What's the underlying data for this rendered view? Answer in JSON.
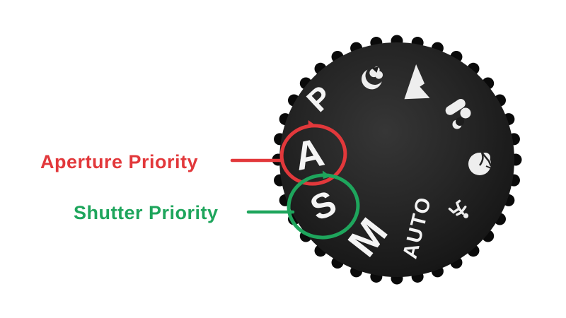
{
  "figure": {
    "title": "camera mode dial diagram",
    "background_color": "#ffffff"
  },
  "annotations": {
    "aperture_priority": {
      "label": "Aperture Priority",
      "color": "#e2383b",
      "points_to_mode": "A"
    },
    "shutter_priority": {
      "label": "Shutter Priority",
      "color": "#1ea55c",
      "points_to_mode": "S"
    }
  },
  "dial": {
    "modes": {
      "p": "P",
      "a": "A",
      "s": "S",
      "m": "M",
      "auto": "AUTO"
    },
    "icons": [
      "macro-flower-icon",
      "landscape-mountain-icon",
      "portrait-icon",
      "flower-rose-icon",
      "sports-runner-icon"
    ],
    "colors": {
      "body_dark": "#1e1e1e",
      "teeth": "#0a0a0a",
      "glyphs": "#f4f4f4"
    }
  }
}
